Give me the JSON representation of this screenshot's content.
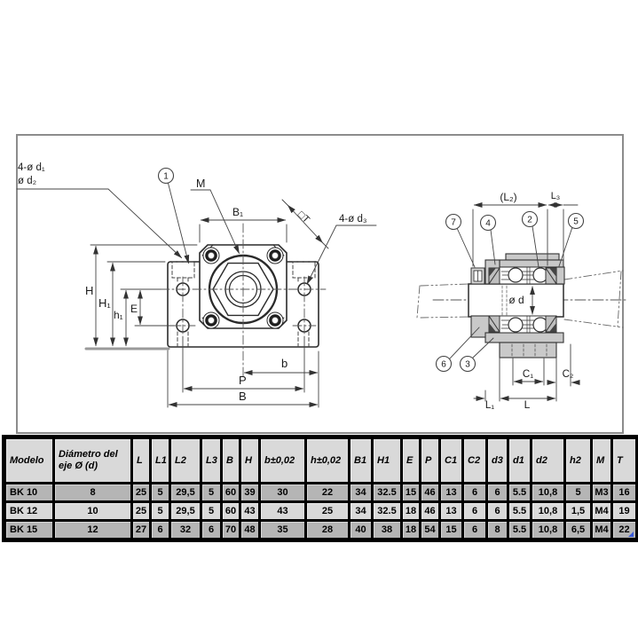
{
  "drawing": {
    "front_view": {
      "bolt_spec_line1": "4-ø d₁",
      "bolt_spec_line2": "ø d₂",
      "balloon_1": "1",
      "nut_label": "M",
      "dim_B1": "B₁",
      "hole_spec": "4-ø d₃",
      "dim_square_T": "□T",
      "dim_H": "H",
      "dim_H1": "H₁",
      "dim_h1": "h₁",
      "dim_E": "E",
      "dim_b": "b",
      "dim_P": "P",
      "dim_B": "B"
    },
    "side_view": {
      "dim_L2": "(L₂)",
      "dim_L3": "L₃",
      "balloon_7": "7",
      "balloon_4": "4",
      "balloon_2": "2",
      "balloon_5": "5",
      "balloon_6": "6",
      "balloon_3": "3",
      "shaft_dia": "ø d",
      "dim_C1": "C₁",
      "dim_C2": "C₂",
      "dim_L1": "L₁",
      "dim_L": "L"
    }
  },
  "table": {
    "headers": [
      "Modelo",
      "Diámetro del eje Ø (d)",
      "L",
      "L1",
      "L2",
      "L3",
      "B",
      "H",
      "b±0,02",
      "h±0,02",
      "B1",
      "H1",
      "E",
      "P",
      "C1",
      "C2",
      "d3",
      "d1",
      "d2",
      "h2",
      "M",
      "T"
    ],
    "rows": [
      [
        "BK 10",
        "8",
        "25",
        "5",
        "29,5",
        "5",
        "60",
        "39",
        "30",
        "22",
        "34",
        "32.5",
        "15",
        "46",
        "13",
        "6",
        "6",
        "5.5",
        "10,8",
        "5",
        "M3",
        "16"
      ],
      [
        "BK 12",
        "10",
        "25",
        "5",
        "29,5",
        "5",
        "60",
        "43",
        "43",
        "25",
        "34",
        "32.5",
        "18",
        "46",
        "13",
        "6",
        "6",
        "5.5",
        "10,8",
        "1,5",
        "M4",
        "19"
      ],
      [
        "BK 15",
        "12",
        "27",
        "6",
        "32",
        "6",
        "70",
        "48",
        "35",
        "28",
        "40",
        "38",
        "18",
        "54",
        "15",
        "6",
        "8",
        "5.5",
        "10,8",
        "6,5",
        "M4",
        "22"
      ]
    ],
    "colors": {
      "header_bg": "#d9d9d9",
      "row_dark_bg": "#b5b5b5",
      "row_light_bg": "#d9d9d9",
      "border": "#000000"
    }
  }
}
